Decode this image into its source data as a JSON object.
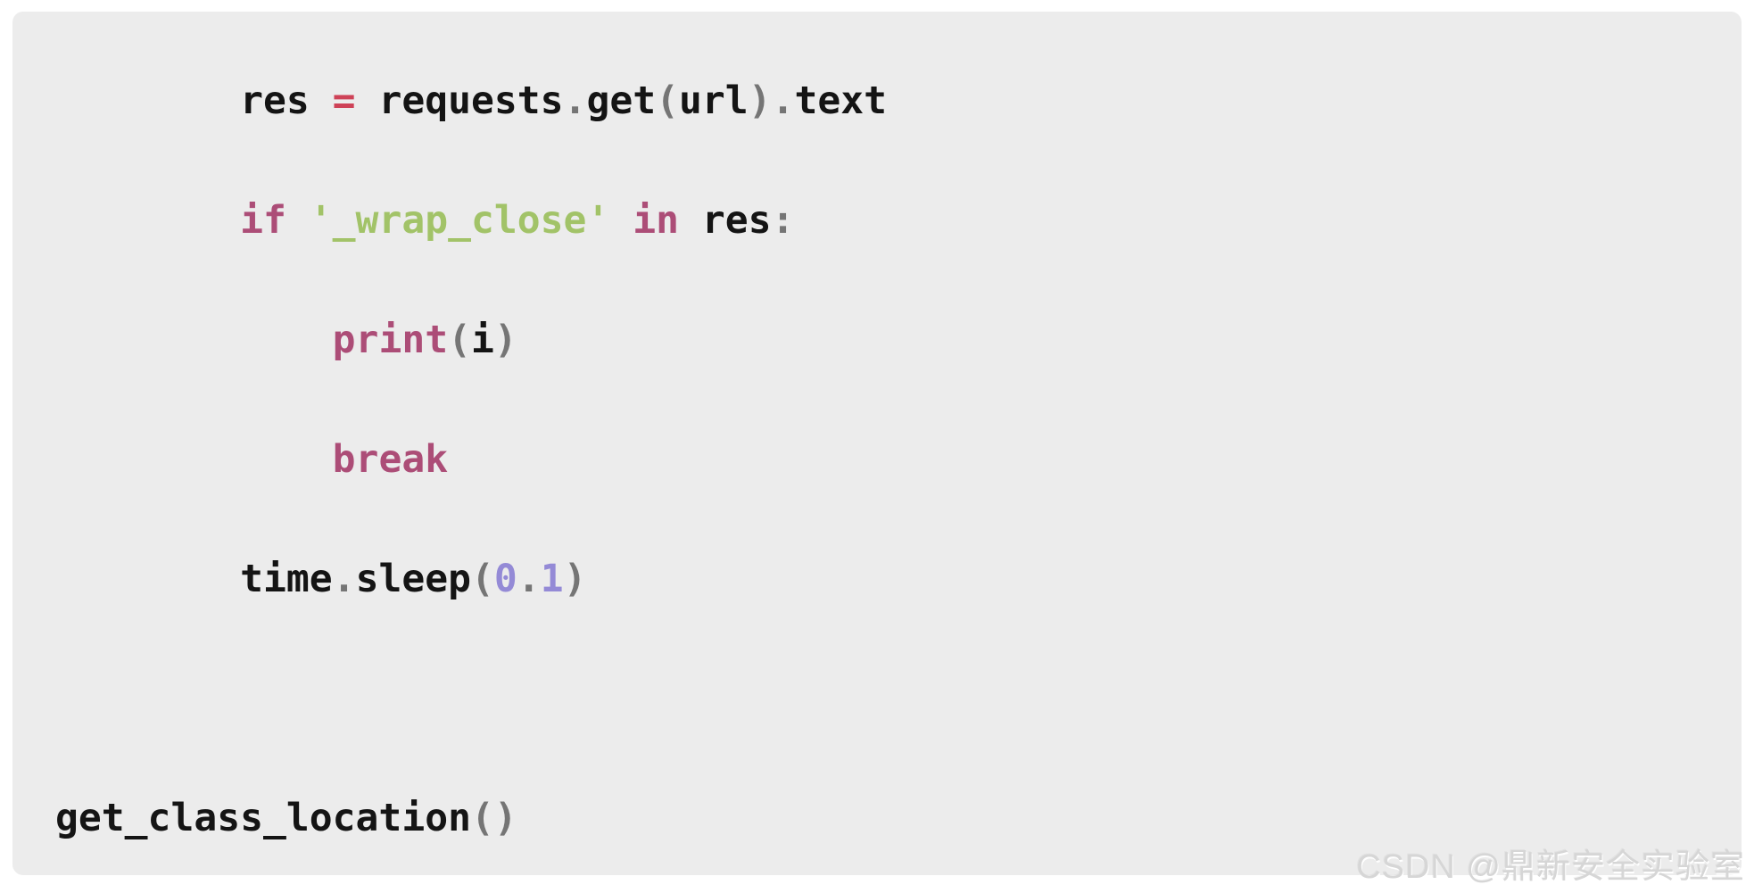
{
  "page": {
    "background_color": "#ffffff"
  },
  "code_block": {
    "language": "python",
    "background_color": "#ececec",
    "colors": {
      "plain": "#141414",
      "keyword": "#ac4d77",
      "string": "#a2c368",
      "number": "#948ad6",
      "operator": "#ce4257",
      "punctuation": "#757575"
    },
    "lines": [
      {
        "tokens": [
          {
            "t": "        res ",
            "c": "plain"
          },
          {
            "t": "=",
            "c": "operator"
          },
          {
            "t": " requests",
            "c": "plain"
          },
          {
            "t": ".",
            "c": "punctuation"
          },
          {
            "t": "get",
            "c": "plain"
          },
          {
            "t": "(",
            "c": "punctuation"
          },
          {
            "t": "url",
            "c": "plain"
          },
          {
            "t": ")",
            "c": "punctuation"
          },
          {
            "t": ".",
            "c": "punctuation"
          },
          {
            "t": "text",
            "c": "plain"
          }
        ]
      },
      {
        "tokens": [
          {
            "t": "        ",
            "c": "plain"
          },
          {
            "t": "if",
            "c": "keyword"
          },
          {
            "t": " ",
            "c": "plain"
          },
          {
            "t": "'_wrap_close'",
            "c": "string"
          },
          {
            "t": " ",
            "c": "plain"
          },
          {
            "t": "in",
            "c": "keyword"
          },
          {
            "t": " res",
            "c": "plain"
          },
          {
            "t": ":",
            "c": "punctuation"
          }
        ]
      },
      {
        "tokens": [
          {
            "t": "            ",
            "c": "plain"
          },
          {
            "t": "print",
            "c": "keyword"
          },
          {
            "t": "(",
            "c": "punctuation"
          },
          {
            "t": "i",
            "c": "plain"
          },
          {
            "t": ")",
            "c": "punctuation"
          }
        ]
      },
      {
        "tokens": [
          {
            "t": "            ",
            "c": "plain"
          },
          {
            "t": "break",
            "c": "keyword"
          }
        ]
      },
      {
        "tokens": [
          {
            "t": "        time",
            "c": "plain"
          },
          {
            "t": ".",
            "c": "punctuation"
          },
          {
            "t": "sleep",
            "c": "plain"
          },
          {
            "t": "(",
            "c": "punctuation"
          },
          {
            "t": "0",
            "c": "number"
          },
          {
            "t": ".",
            "c": "punctuation"
          },
          {
            "t": "1",
            "c": "number"
          },
          {
            "t": ")",
            "c": "punctuation"
          }
        ]
      },
      {
        "tokens": []
      },
      {
        "tokens": [
          {
            "t": "get_class_location",
            "c": "plain"
          },
          {
            "t": "(",
            "c": "punctuation"
          },
          {
            "t": ")",
            "c": "punctuation"
          }
        ]
      }
    ],
    "code_text": "        res = requests.get(url).text\n        if '_wrap_close' in res:\n            print(i)\n            break\n        time.sleep(0.1)\n\nget_class_location()"
  },
  "watermark": {
    "text": "CSDN @鼎新安全实验室",
    "color": "#d6d6d6"
  }
}
